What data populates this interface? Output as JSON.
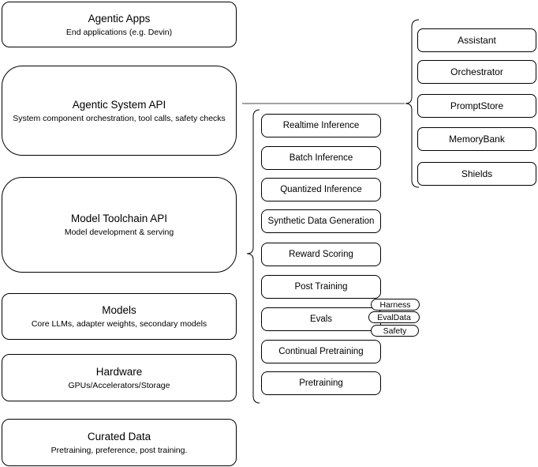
{
  "colors": {
    "background": "#ffffff",
    "stroke": "#000000",
    "connector": "#6b6b6b"
  },
  "left_column": [
    {
      "title": "Agentic Apps",
      "subtitle": "End applications (e.g. Devin)"
    },
    {
      "title": "Agentic System API",
      "subtitle": "System component orchestration, tool calls, safety checks"
    },
    {
      "title": "Model Toolchain API",
      "subtitle": "Model development & serving"
    },
    {
      "title": "Models",
      "subtitle": "Core LLMs, adapter weights, secondary models"
    },
    {
      "title": "Hardware",
      "subtitle": "GPUs/Accelerators/Storage"
    },
    {
      "title": "Curated Data",
      "subtitle": "Pretraining, preference, post training."
    }
  ],
  "middle_column": [
    "Realtime Inference",
    "Batch Inference",
    "Quantized Inference",
    "Synthetic Data Generation",
    "Reward Scoring",
    "Post Training",
    "Evals",
    "Continual Pretraining",
    "Pretraining"
  ],
  "evals_tags": [
    "Harness",
    "EvalData",
    "Safety"
  ],
  "right_column": [
    "Assistant",
    "Orchestrator",
    "PromptStore",
    "MemoryBank",
    "Shields"
  ]
}
